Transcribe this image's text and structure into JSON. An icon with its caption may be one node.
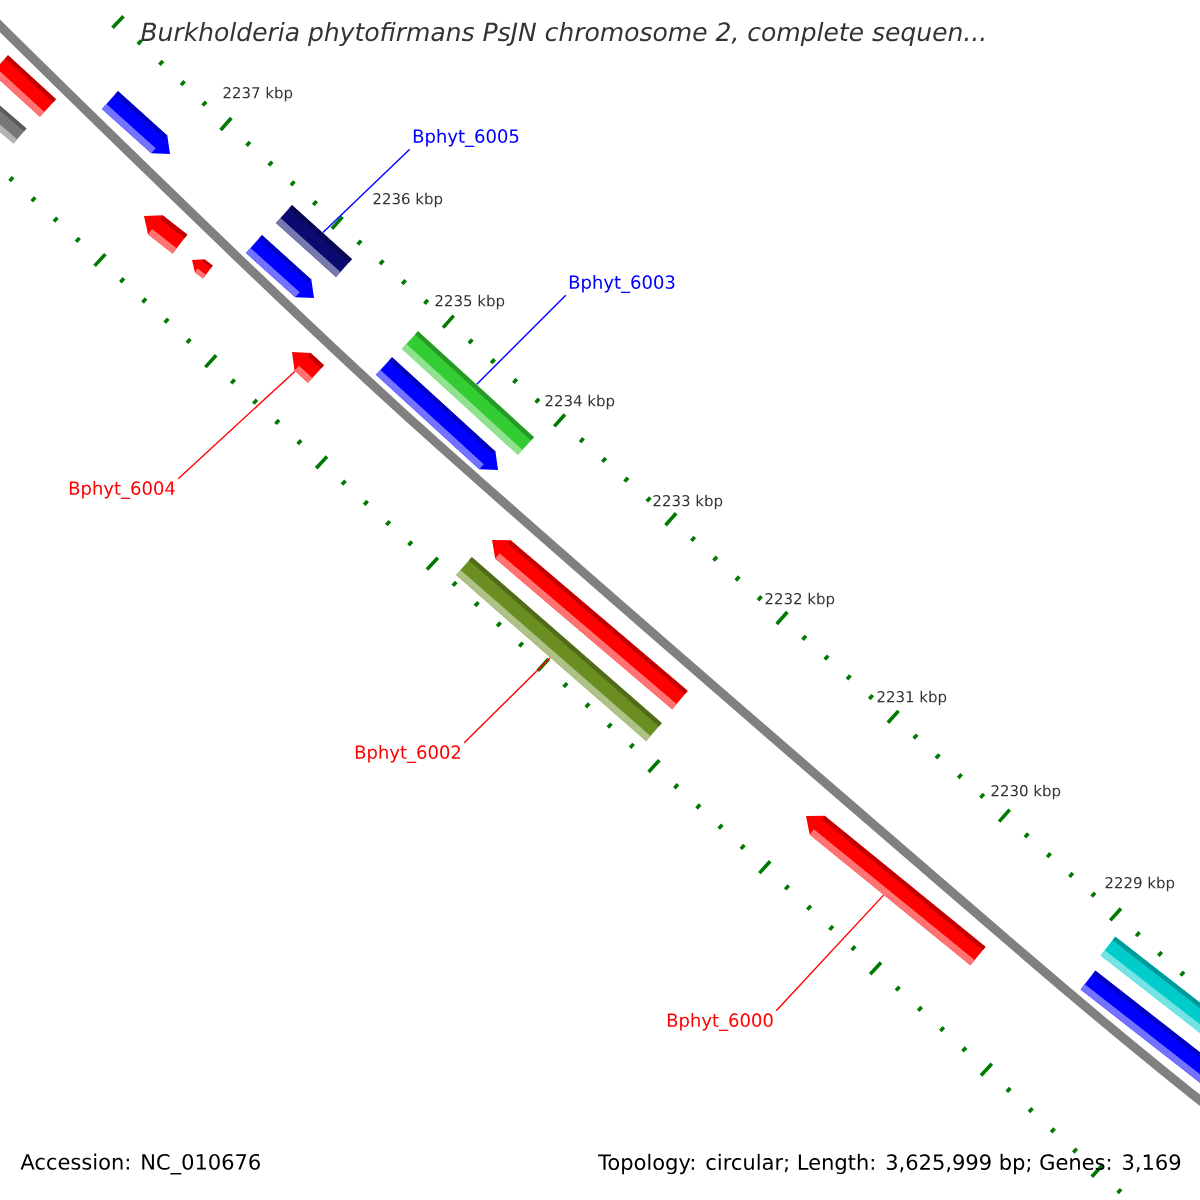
{
  "diagram": {
    "title": "Burkholderia phytofirmans PsJN chromosome 2, complete sequen...",
    "nodes": [
      {
        "text": [
          "Bphyt_6005"
        ]
      },
      {
        "text": [
          "Bphyt_6003"
        ]
      },
      {
        "text": [
          "Bphyt_6004"
        ]
      },
      {
        "text": [
          "Bphyt_6002"
        ]
      },
      {
        "text": [
          "Bphyt_6000"
        ]
      },
      {
        "text": [],
        "shape": "bar"
      },
      {
        "text": [],
        "shape": "bar"
      },
      {
        "text": [],
        "shape": "bar"
      },
      {
        "text": [],
        "shape": "bar"
      },
      {
        "text": [],
        "shape": "bar"
      }
    ],
    "edges": [
      {
        "from": 0,
        "to": 5,
        "arrow": "none",
        "color": "#0000ff"
      },
      {
        "from": 1,
        "to": 7,
        "arrow": "none",
        "color": "#0000ff"
      },
      {
        "from": 2,
        "to": 6,
        "arrow": "none"
      },
      {
        "from": 3,
        "to": 8,
        "arrow": "none"
      },
      {
        "from": 4,
        "to": 9,
        "arrow": "none"
      }
    ],
    "labels": [
      "2237 kbp",
      "2236 kbp",
      "2235 kbp",
      "2234 kbp",
      "2233 kbp",
      "2232 kbp",
      "2231 kbp",
      "2230 kbp",
      "2229 kbp",
      "Accession: NC_010676",
      "Topology: circular; Length: 3,625,999 bp; Genes: 3,169"
    ]
  }
}
